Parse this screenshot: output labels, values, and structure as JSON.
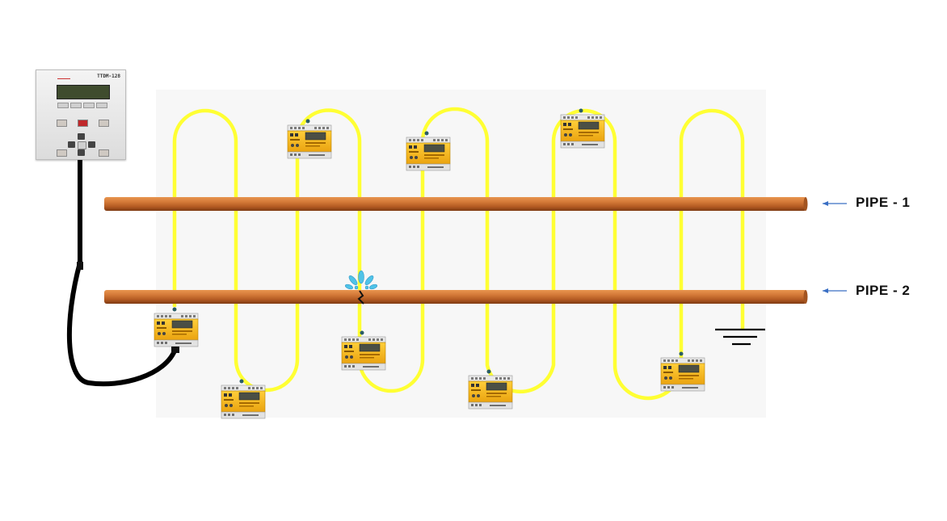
{
  "labels": {
    "pipe1": "PIPE - 1",
    "pipe2": "PIPE - 2"
  },
  "controller": {
    "model": "TTDM-128"
  },
  "icons": {
    "controller": "leak-detection-controller-icon",
    "module": "sensor-module-icon",
    "leak": "water-leak-icon",
    "ground": "ground-symbol-icon",
    "arrow": "arrow-left-icon"
  },
  "colors": {
    "sensor_cable": "#ffff33",
    "pipe": "#c8672a",
    "module_body": "#f5b81a",
    "leak_water": "#4fc3e8",
    "connection_cable": "#000000",
    "arrow": "#3a6fc4"
  }
}
